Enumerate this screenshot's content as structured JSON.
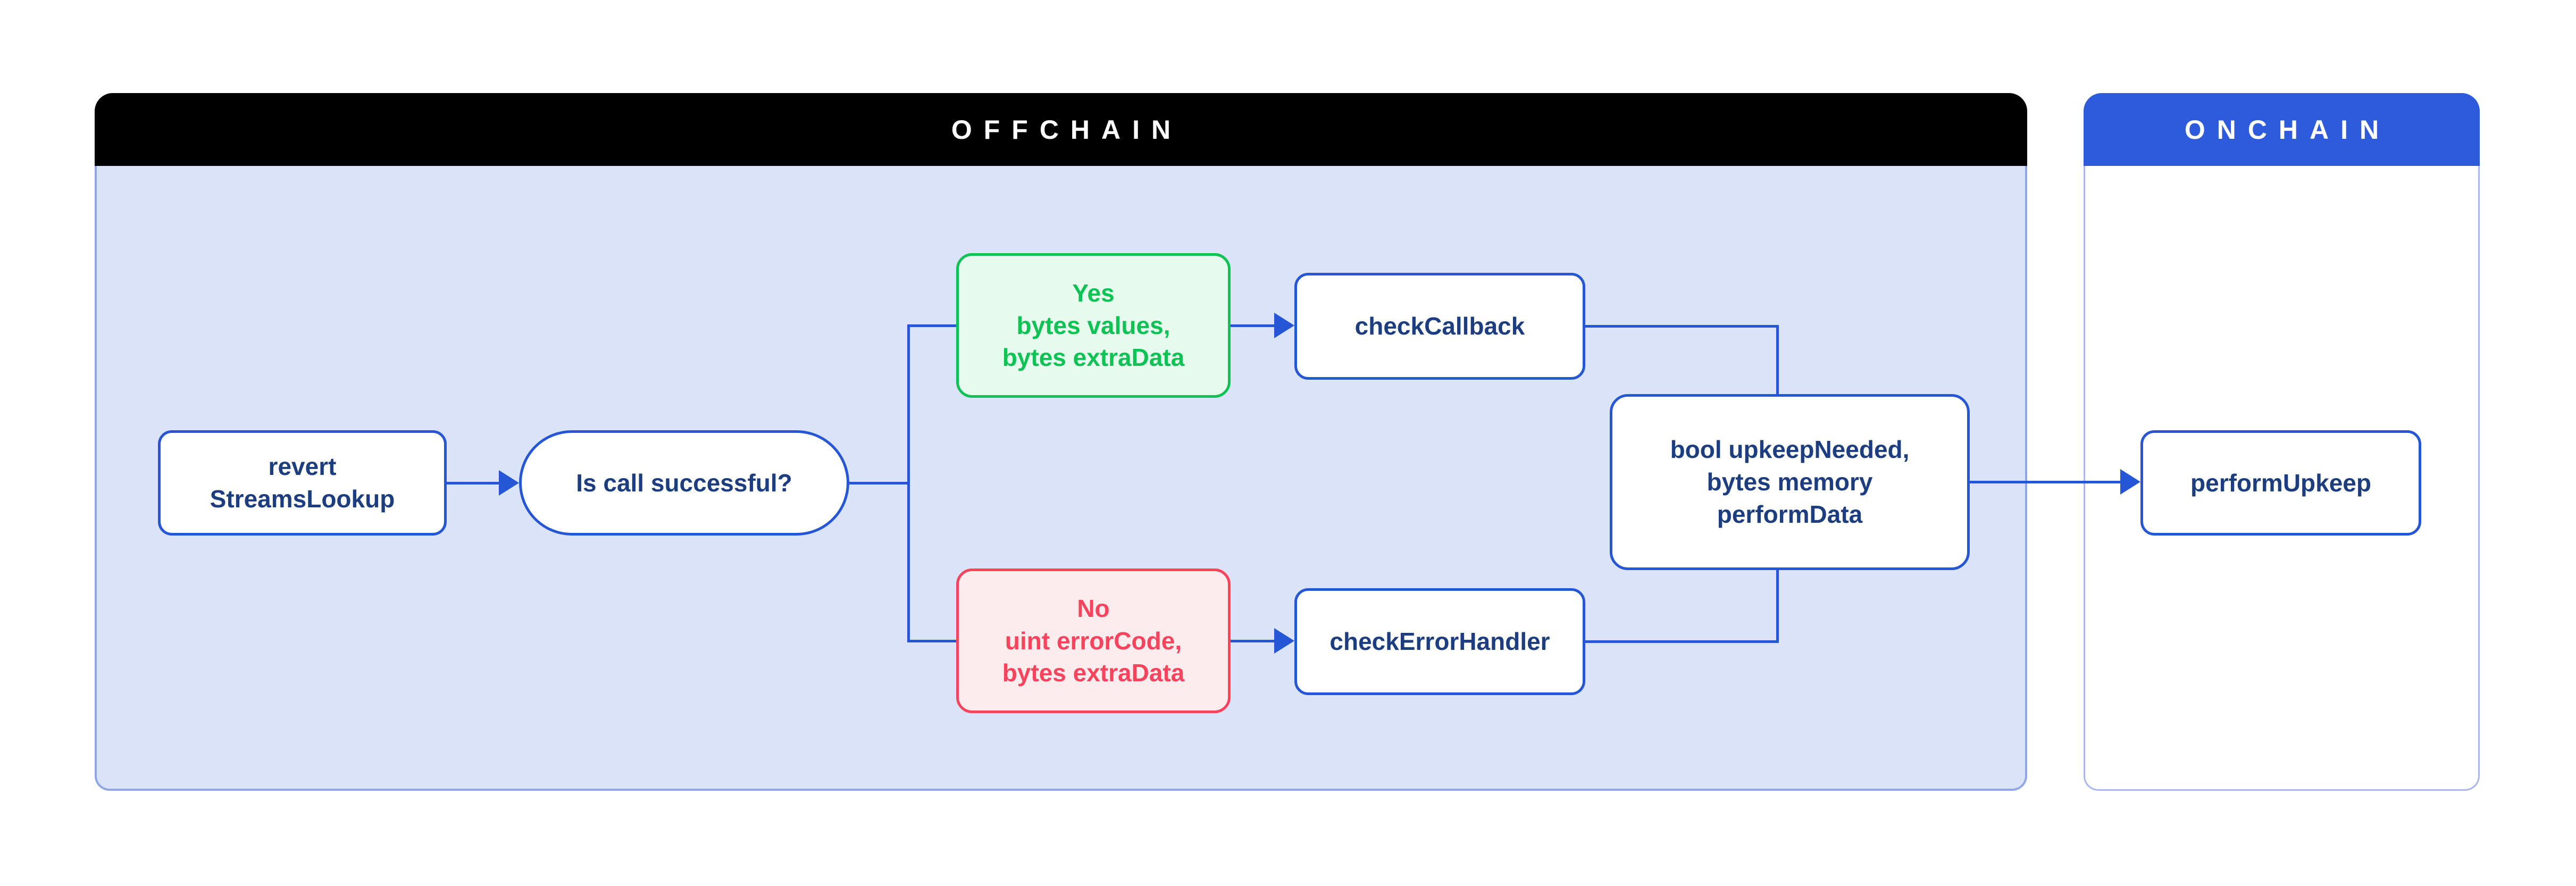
{
  "containers": {
    "offchain": {
      "title": "OFFCHAIN",
      "header_color": "#000000",
      "body_color": "#dae3f7"
    },
    "onchain": {
      "title": "ONCHAIN",
      "header_color": "#2d5bdb",
      "body_color": "#ffffff"
    }
  },
  "nodes": {
    "revert": {
      "label": "revert\nStreamsLookup"
    },
    "decision": {
      "label": "Is call successful?"
    },
    "yes_branch": {
      "label": "Yes\nbytes values,\nbytes extraData"
    },
    "check_callback": {
      "label": "checkCallback"
    },
    "no_branch": {
      "label": "No\nuint errorCode,\nbytes extraData"
    },
    "check_error_handler": {
      "label": "checkErrorHandler"
    },
    "upkeep_result": {
      "label": "bool upkeepNeeded,\nbytes memory\nperformData"
    },
    "perform_upkeep": {
      "label": "performUpkeep"
    }
  },
  "colors": {
    "connector_blue": "#2456d6",
    "node_border_blue": "#2456d6",
    "node_text_navy": "#1c3d80",
    "offchain_header_black": "#000000",
    "offchain_body_lavender": "#dae3f7",
    "offchain_border": "#8fa7e9",
    "onchain_header_blue": "#2d5bdb",
    "success_green": "#0ec254",
    "success_fill": "#e6faee",
    "error_red": "#f8435c",
    "error_fill": "#fdecee"
  }
}
